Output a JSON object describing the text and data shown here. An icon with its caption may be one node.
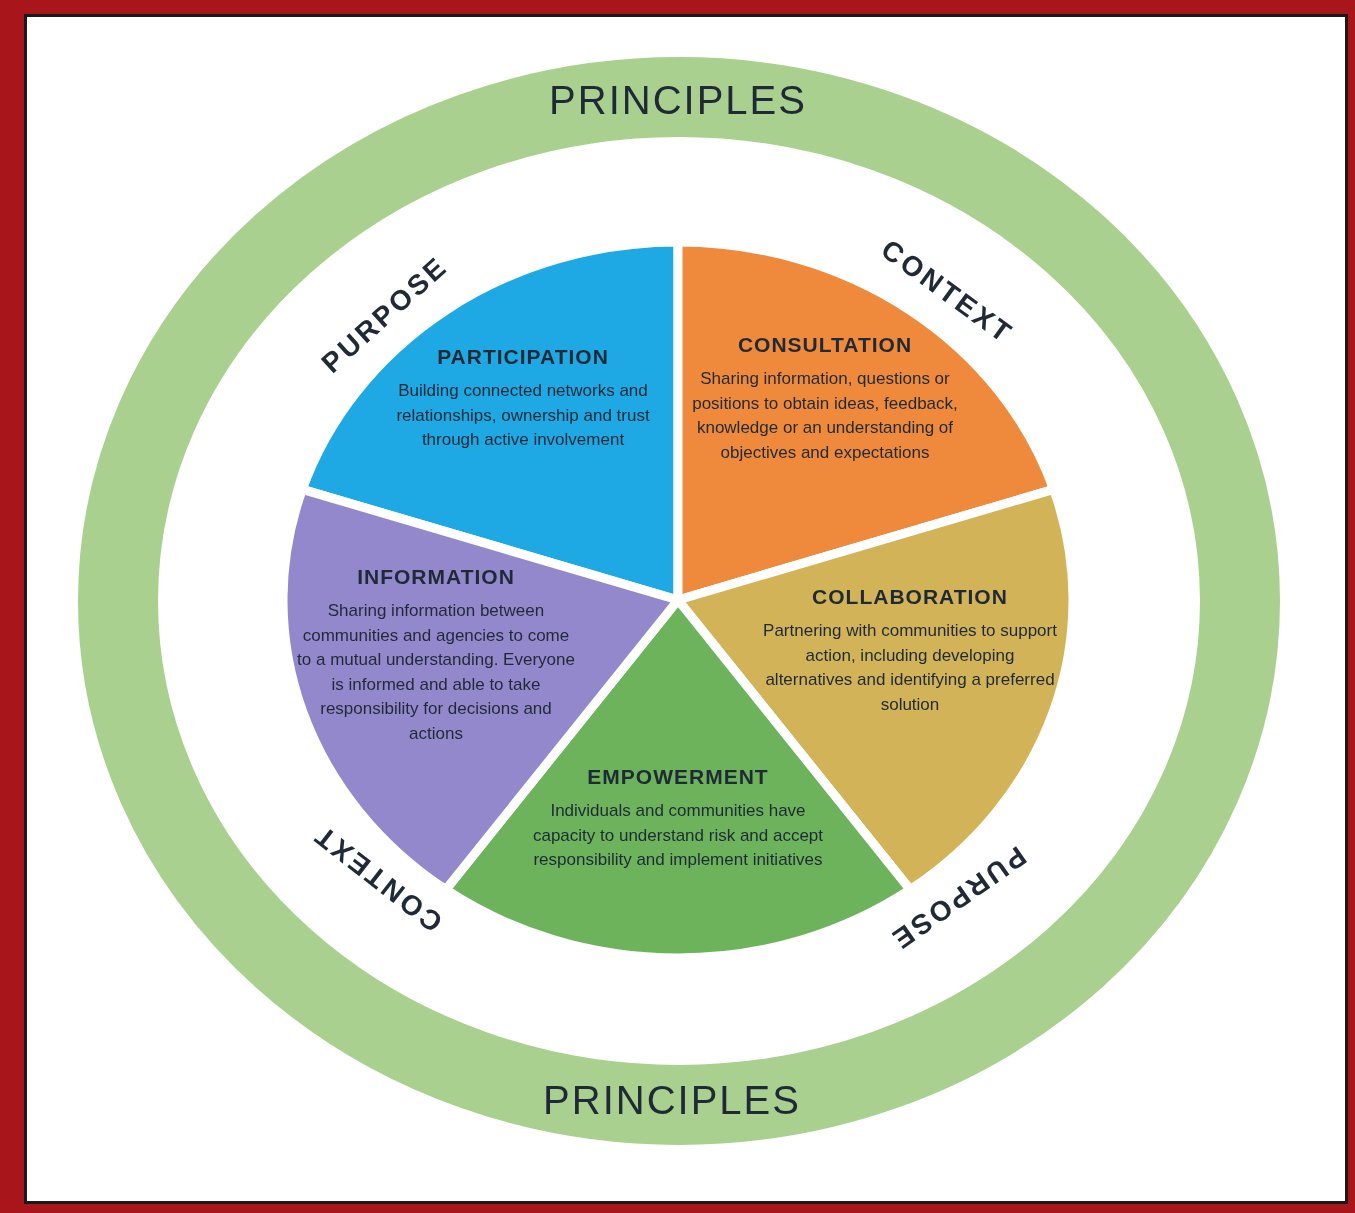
{
  "diagram": {
    "nodes": [
      {
        "text": [
          "PRINCIPLES",
          "PRINCIPLES"
        ]
      },
      {
        "text": [
          "PARTICIPATION",
          "Building connected networks and relationships, ownership and trust through active involvement"
        ],
        "in": 0
      },
      {
        "text": [
          "CONSULTATION",
          "Sharing information, questions or positions to obtain ideas, feedback, knowledge or an understanding of objectives and expectations"
        ],
        "in": 0
      },
      {
        "text": [
          "COLLABORATION",
          "Partnering with communities to support action, including developing alternatives and identifying a preferred solution"
        ],
        "in": 0
      },
      {
        "text": [
          "EMPOWERMENT",
          "Individuals and communities have capacity to understand risk and accept responsibility and implement initiatives"
        ],
        "in": 0
      },
      {
        "text": [
          "INFORMATION",
          "Sharing information between communities and agencies to come to a mutual understanding. Everyone is informed and able to take responsibility for decisions and actions"
        ],
        "in": 0
      }
    ],
    "labels": [
      "PURPOSE",
      "CONTEXT",
      "CONTEXT",
      "PURPOSE"
    ]
  }
}
